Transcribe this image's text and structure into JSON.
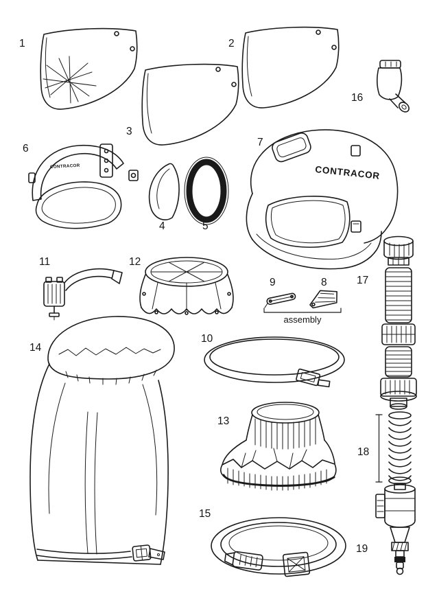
{
  "diagram": {
    "brand": "CONTRACOR",
    "assembly_label": "assembly",
    "ink_color": "#1a1a1a",
    "background_color": "#ffffff",
    "parts": [
      {
        "number": "1"
      },
      {
        "number": "2"
      },
      {
        "number": "3"
      },
      {
        "number": "4"
      },
      {
        "number": "5"
      },
      {
        "number": "6"
      },
      {
        "number": "7"
      },
      {
        "number": "8"
      },
      {
        "number": "9"
      },
      {
        "number": "10"
      },
      {
        "number": "11"
      },
      {
        "number": "12"
      },
      {
        "number": "13"
      },
      {
        "number": "14"
      },
      {
        "number": "15"
      },
      {
        "number": "16"
      },
      {
        "number": "17"
      },
      {
        "number": "18"
      },
      {
        "number": "19"
      }
    ]
  }
}
